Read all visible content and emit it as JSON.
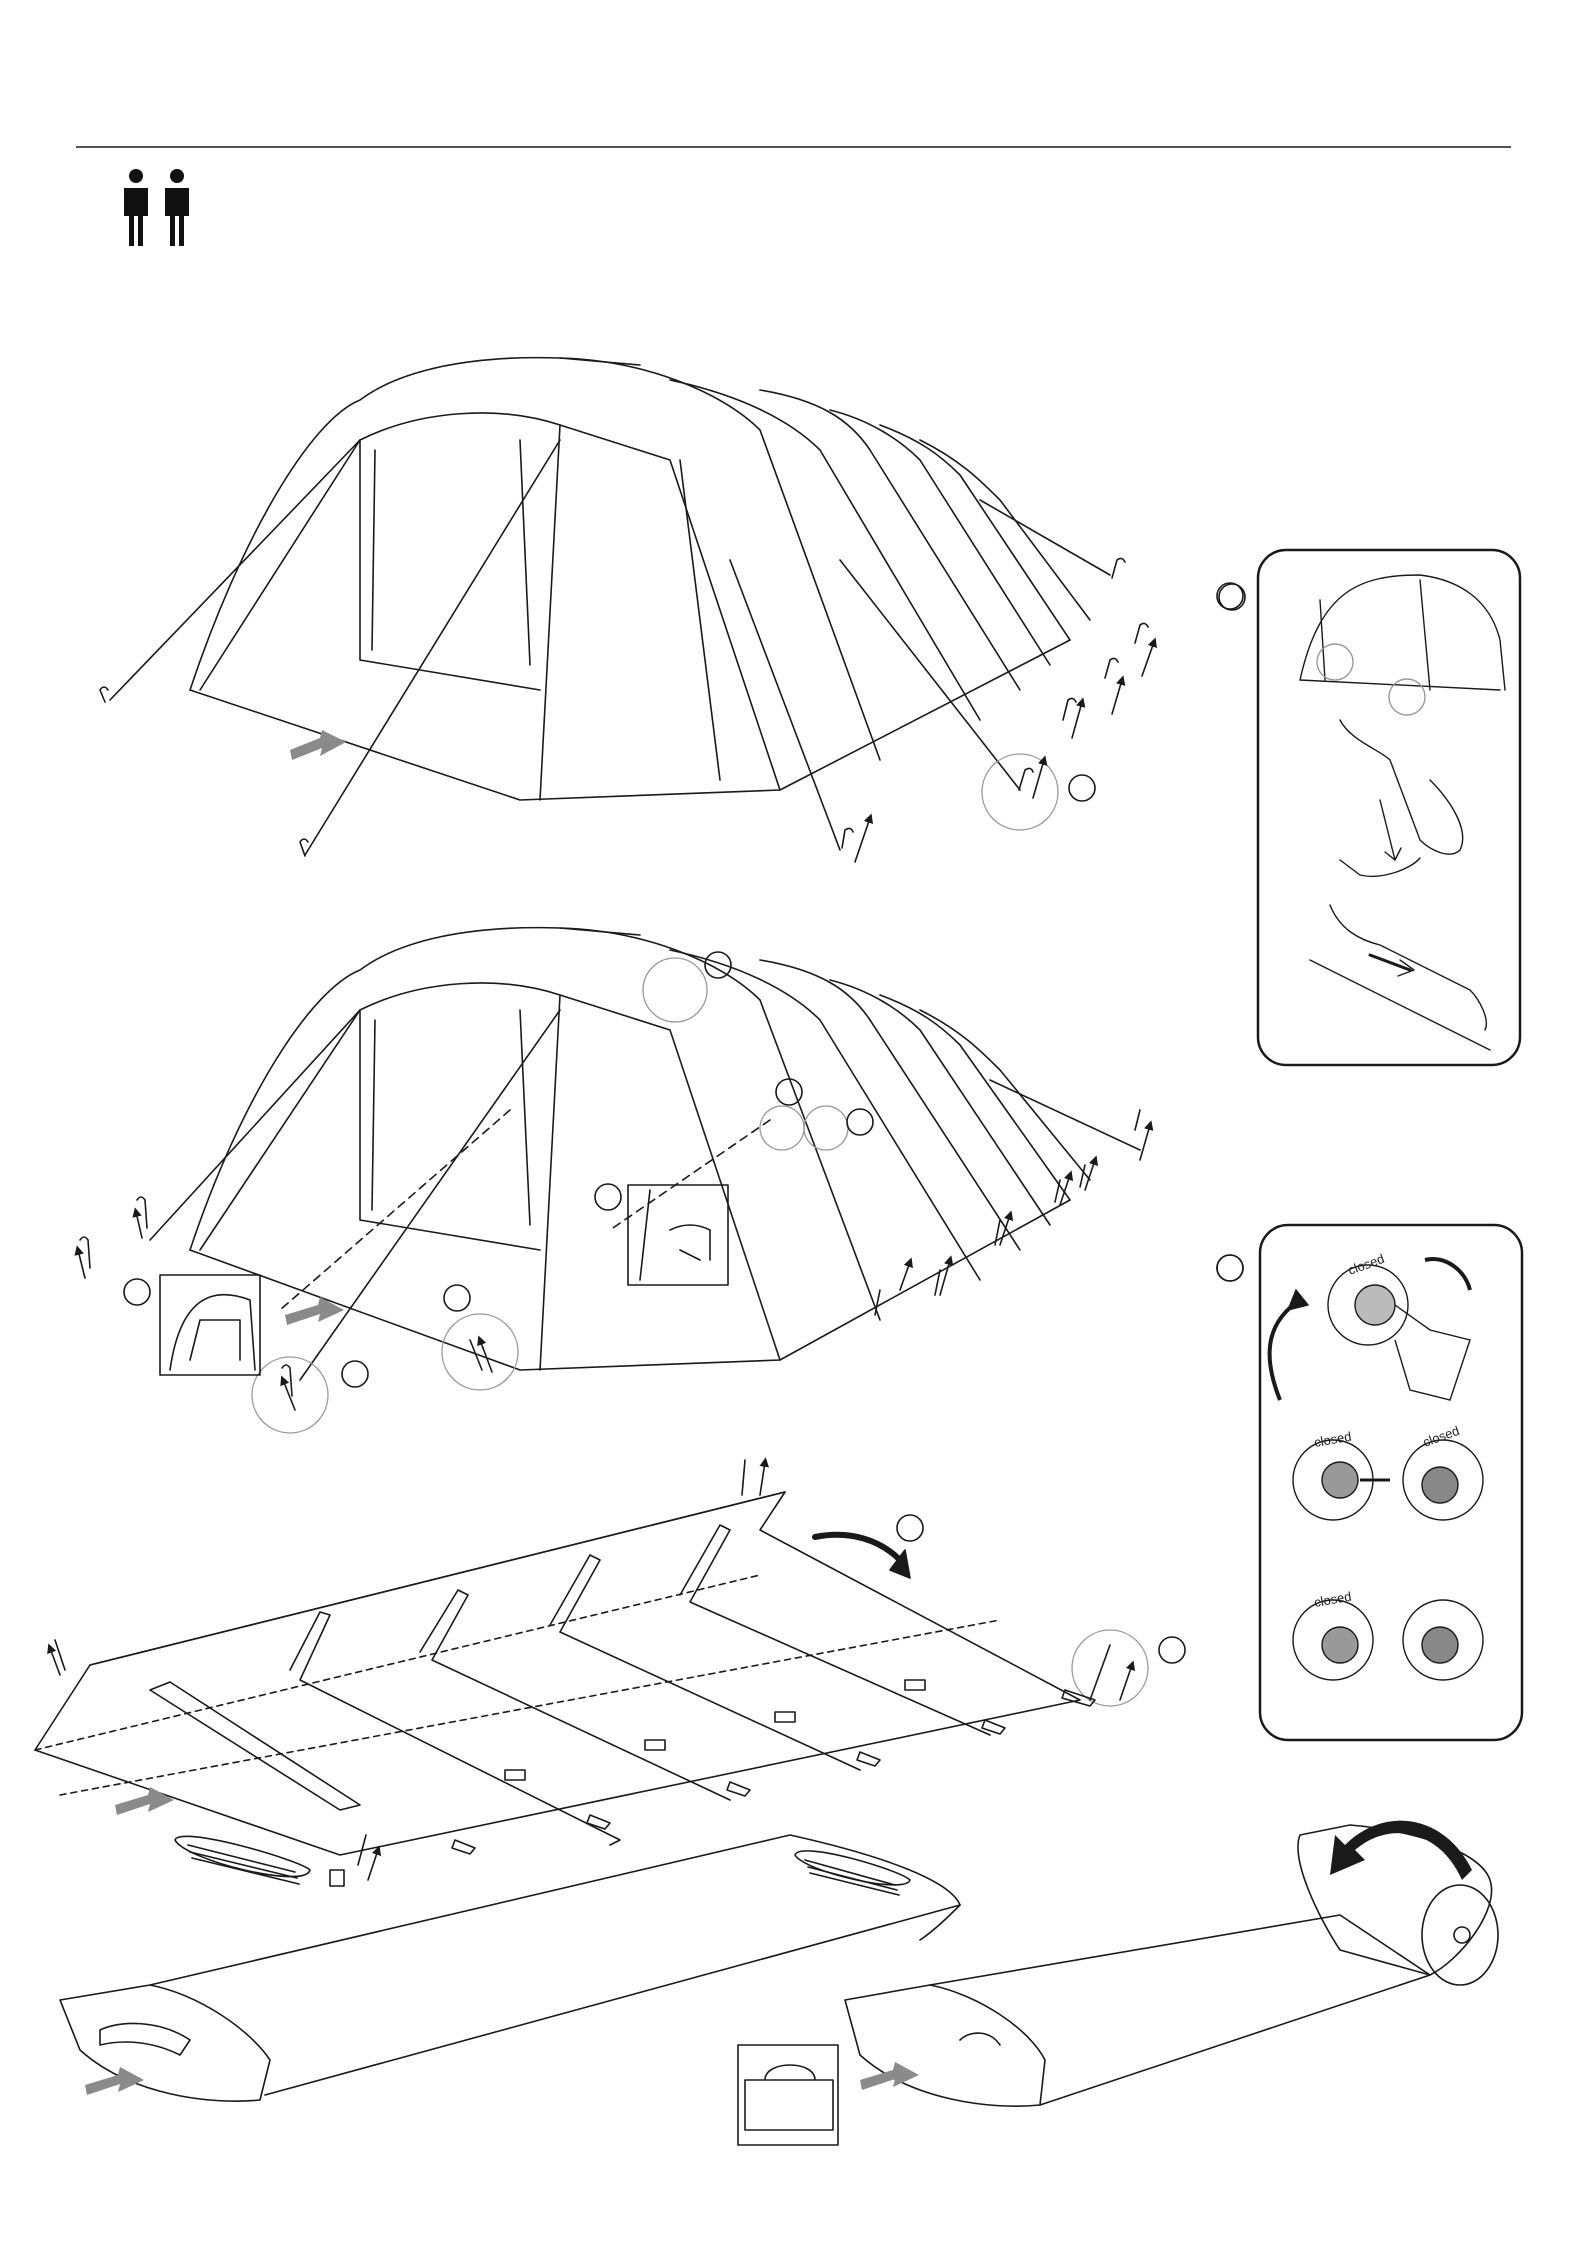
{
  "page": {
    "background": "#ffffff",
    "ink": "#1a1a1a",
    "arrow_fill": "#8a8a8a",
    "people_icon": "two-persons-icon"
  },
  "valve_panel": {
    "labels": [
      "closed",
      "closed",
      "closed",
      "closed"
    ]
  },
  "steps": [
    {
      "name": "step-1-pitch-and-peg-tent",
      "icon": "tent-pegging-icon"
    },
    {
      "name": "step-2-tension-and-close",
      "icon": "tent-tension-icon"
    },
    {
      "name": "step-3-fold-tent",
      "icon": "tent-fold-icon"
    },
    {
      "name": "step-4-roll-and-pack",
      "icon": "tent-roll-icon"
    }
  ],
  "insets": [
    {
      "name": "inset-pump-and-valve",
      "icon": "pump-hand-icon"
    },
    {
      "name": "inset-deflate-valves",
      "icon": "valve-icon"
    },
    {
      "name": "inset-carry-bag",
      "icon": "carry-bag-icon"
    }
  ]
}
